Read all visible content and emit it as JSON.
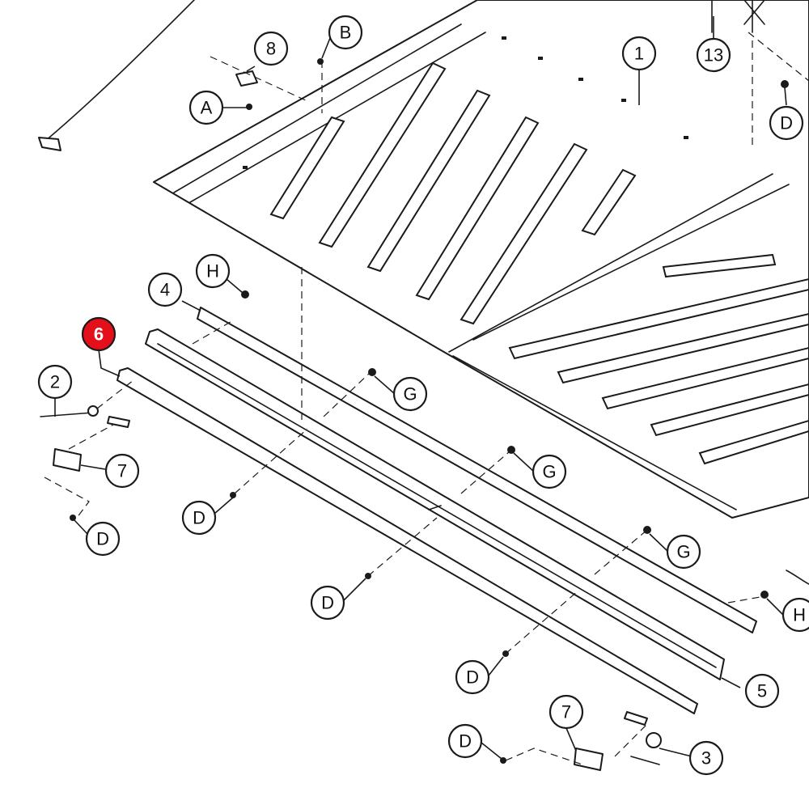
{
  "colors": {
    "line": "#1a1a1a",
    "highlight": "#e3101b",
    "background": "#ffffff"
  },
  "highlighted_callout": "6",
  "callouts": [
    {
      "id": "c1",
      "label": "1"
    },
    {
      "id": "c2",
      "label": "2"
    },
    {
      "id": "c3",
      "label": "3"
    },
    {
      "id": "c4",
      "label": "4"
    },
    {
      "id": "c5",
      "label": "5"
    },
    {
      "id": "c6",
      "label": "6"
    },
    {
      "id": "c7a",
      "label": "7"
    },
    {
      "id": "c7b",
      "label": "7"
    },
    {
      "id": "c8",
      "label": "8"
    },
    {
      "id": "c13",
      "label": "13"
    },
    {
      "id": "cA",
      "label": "A"
    },
    {
      "id": "cB",
      "label": "B"
    },
    {
      "id": "cD1",
      "label": "D"
    },
    {
      "id": "cD2",
      "label": "D"
    },
    {
      "id": "cD3",
      "label": "D"
    },
    {
      "id": "cD4",
      "label": "D"
    },
    {
      "id": "cD5",
      "label": "D"
    },
    {
      "id": "cD6",
      "label": "D"
    },
    {
      "id": "cG1",
      "label": "G"
    },
    {
      "id": "cG2",
      "label": "G"
    },
    {
      "id": "cG3",
      "label": "G"
    },
    {
      "id": "cH1",
      "label": "H"
    },
    {
      "id": "cH2",
      "label": "H"
    }
  ]
}
